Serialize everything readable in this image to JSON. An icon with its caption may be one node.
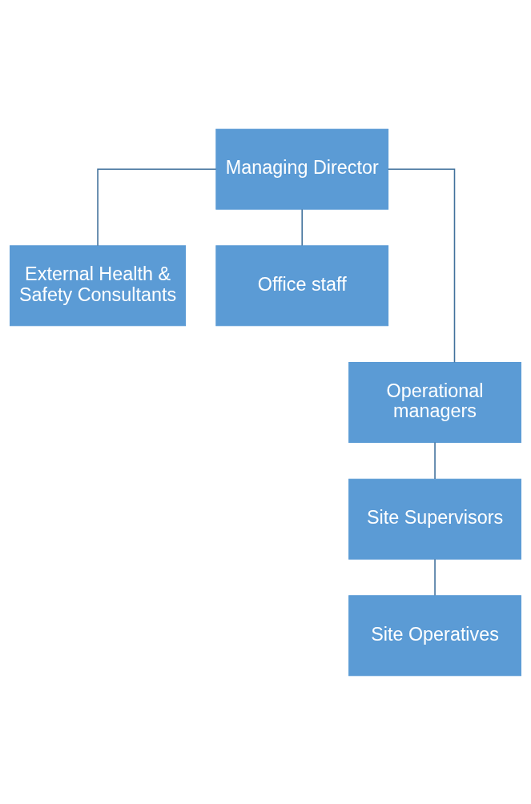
{
  "diagram": {
    "nodes": [
      {
        "text": [
          "Managing Director"
        ]
      },
      {
        "text": [
          "External Health & Safety Consultants"
        ]
      },
      {
        "text": [
          "Office staff"
        ]
      },
      {
        "text": [
          "Operational managers"
        ]
      },
      {
        "text": [
          "Site Supervisors"
        ]
      },
      {
        "text": [
          "Site Operatives"
        ]
      }
    ],
    "edges": [
      {
        "from": 0,
        "to": 1,
        "arrow": "none"
      },
      {
        "from": 0,
        "to": 3,
        "arrow": "none"
      },
      {
        "from": 0,
        "to": 2,
        "arrow": "none"
      },
      {
        "from": 3,
        "to": 4,
        "arrow": "none"
      },
      {
        "from": 4,
        "to": 5,
        "arrow": "none"
      }
    ]
  }
}
